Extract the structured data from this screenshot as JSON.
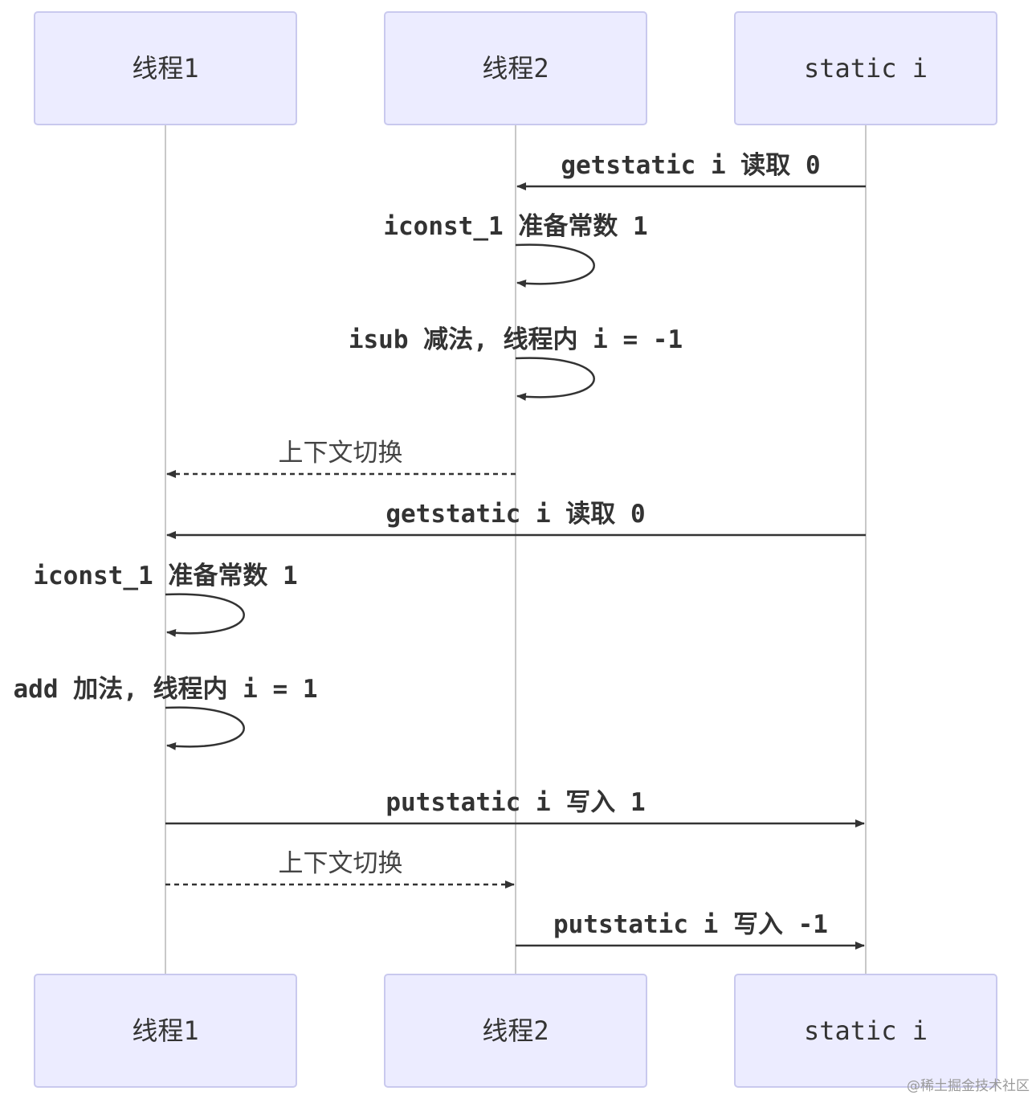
{
  "participants": [
    {
      "id": "t1",
      "label": "线程1"
    },
    {
      "id": "t2",
      "label": "线程2"
    },
    {
      "id": "si",
      "label": "static i"
    }
  ],
  "messages": [
    {
      "from": "si",
      "to": "t2",
      "label": "getstatic i 读取 0",
      "style": "solid"
    },
    {
      "from": "t2",
      "to": "t2",
      "label": "iconst_1 准备常数 1",
      "style": "self"
    },
    {
      "from": "t2",
      "to": "t2",
      "label": "isub 减法, 线程内 i = -1",
      "style": "self"
    },
    {
      "from": "t2",
      "to": "t1",
      "label": "上下文切换",
      "style": "dashed"
    },
    {
      "from": "si",
      "to": "t1",
      "label": "getstatic i 读取 0",
      "style": "solid"
    },
    {
      "from": "t1",
      "to": "t1",
      "label": "iconst_1 准备常数 1",
      "style": "self"
    },
    {
      "from": "t1",
      "to": "t1",
      "label": "add 加法, 线程内 i = 1",
      "style": "self"
    },
    {
      "from": "t1",
      "to": "si",
      "label": "putstatic i 写入 1",
      "style": "solid"
    },
    {
      "from": "t1",
      "to": "t2",
      "label": "上下文切换",
      "style": "dashed"
    },
    {
      "from": "t2",
      "to": "si",
      "label": "putstatic i 写入 -1",
      "style": "solid"
    }
  ],
  "watermark": "@稀土掘金技术社区",
  "colors": {
    "actor_fill": "#ececff",
    "actor_border": "#c9c9ee",
    "line": "#333333",
    "lifeline": "#c8c8c8"
  }
}
